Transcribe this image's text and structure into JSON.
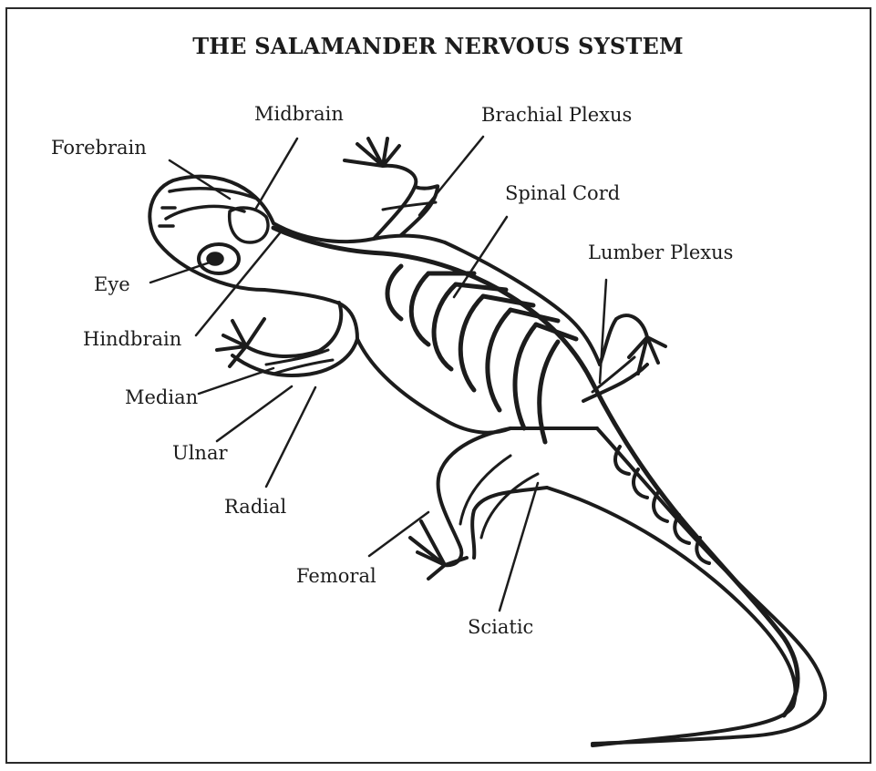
{
  "title": "THE SALAMANDER NERVOUS SYSTEM",
  "labels": {
    "forebrain": "Forebrain",
    "midbrain": "Midbrain",
    "brachial_plexus": "Brachial Plexus",
    "spinal_cord": "Spinal Cord",
    "lumber_plexus": "Lumber Plexus",
    "eye": "Eye",
    "hindbrain": "Hindbrain",
    "median": "Median",
    "ulnar": "Ulnar",
    "radial": "Radial",
    "femoral": "Femoral",
    "sciatic": "Sciatic"
  },
  "colors": {
    "ink": "#1c1c1c",
    "background": "#ffffff"
  }
}
